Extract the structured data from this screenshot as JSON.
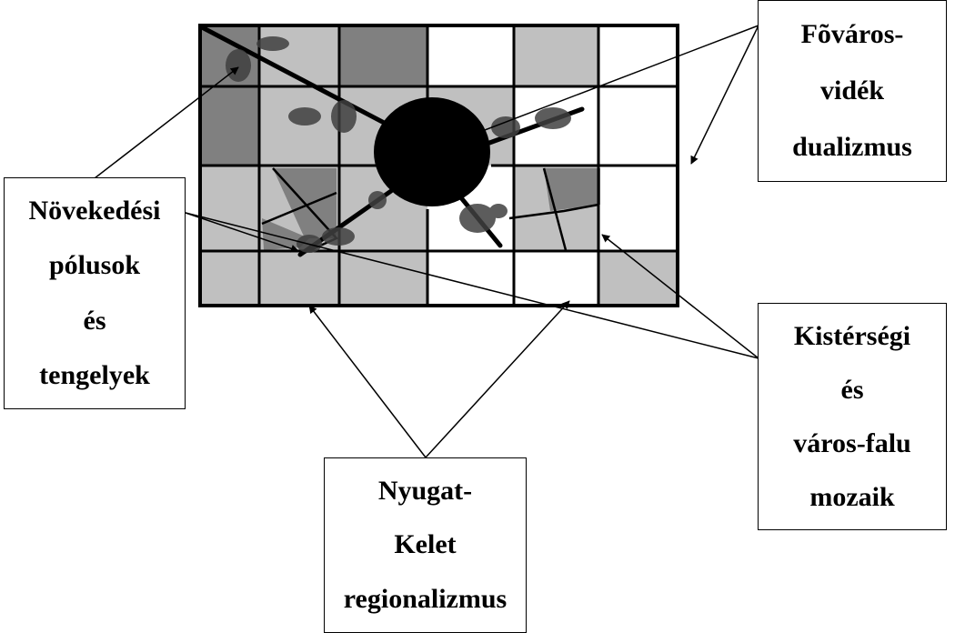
{
  "labels": {
    "fovaros": [
      "Fõváros-",
      "vidék",
      "dualizmus"
    ],
    "novekedesi": [
      "Növekedési",
      "pólusok",
      "és",
      "tengelyek"
    ],
    "kisterseg": [
      "Kistérségi",
      "és",
      "város-falu",
      "mozaik"
    ],
    "nyugat": [
      "Nyugat-",
      "Kelet",
      "regionalizmus"
    ]
  },
  "grid": {
    "columns": 6,
    "rows": 4,
    "cell_shades": [
      [
        "dark",
        "light",
        "dark",
        "white",
        "light",
        "white"
      ],
      [
        "dark",
        "light",
        "light",
        "light",
        "white",
        "white"
      ],
      [
        "light",
        "light",
        "light",
        "white",
        "light",
        "white"
      ],
      [
        "light",
        "light",
        "light",
        "white",
        "white",
        "light"
      ]
    ]
  },
  "colors": {
    "dark": "#808080",
    "light": "#c0c0c0",
    "white": "#ffffff",
    "ink": "#000000"
  }
}
